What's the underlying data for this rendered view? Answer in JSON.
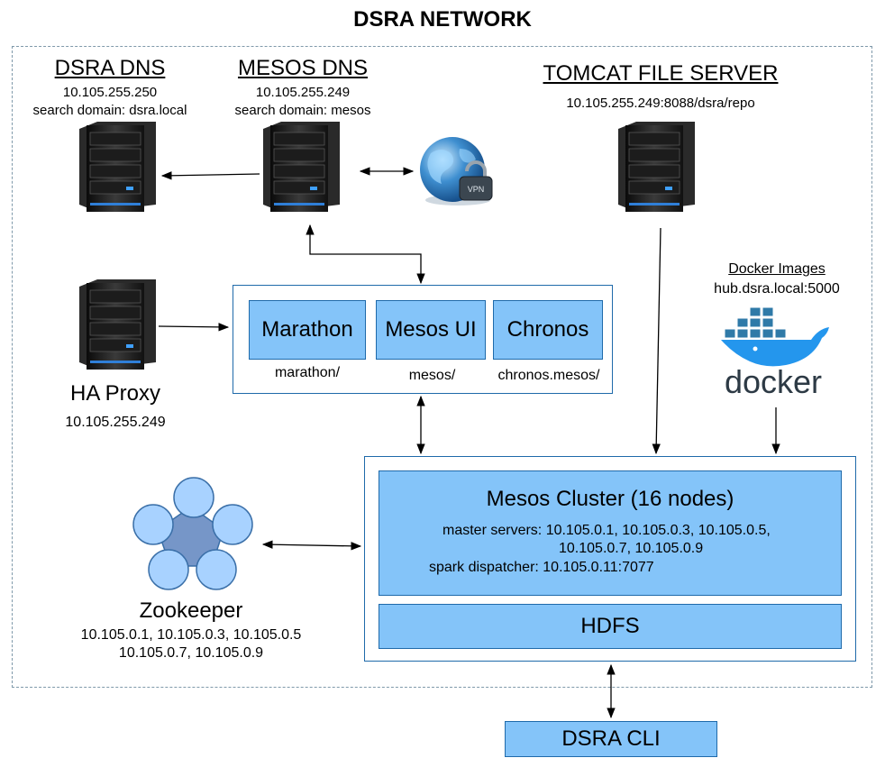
{
  "title": "DSRA NETWORK",
  "dsra_dns": {
    "name": "DSRA DNS",
    "ip": "10.105.255.250",
    "search": "search domain: dsra.local",
    "icon": "server-icon"
  },
  "mesos_dns": {
    "name": "MESOS DNS",
    "ip": "10.105.255.249",
    "search": "search domain: mesos",
    "icon": "server-icon"
  },
  "vpn": {
    "label": "VPN",
    "icon": "vpn-globe-icon"
  },
  "tomcat": {
    "name": "TOMCAT FILE SERVER",
    "url": "10.105.255.249:8088/dsra/repo",
    "icon": "server-icon"
  },
  "docker": {
    "title": "Docker Images",
    "host": "hub.dsra.local:5000",
    "logo_text": "docker",
    "icon": "docker-whale-icon"
  },
  "ha_proxy": {
    "name": "HA Proxy",
    "ip": "10.105.255.249",
    "icon": "server-icon"
  },
  "services": [
    {
      "name": "Marathon",
      "path": "marathon/"
    },
    {
      "name": "Mesos UI",
      "path": "mesos/"
    },
    {
      "name": "Chronos",
      "path": "chronos.mesos/"
    }
  ],
  "cluster": {
    "title": "Mesos Cluster (16 nodes)",
    "master_line1": "master servers: 10.105.0.1, 10.105.0.3, 10.105.0.5,",
    "master_line2": "10.105.0.7, 10.105.0.9",
    "spark": "spark dispatcher: 10.105.0.11:7077"
  },
  "hdfs": "HDFS",
  "zookeeper": {
    "name": "Zookeeper",
    "ips_line1": "10.105.0.1, 10.105.0.3, 10.105.0.5",
    "ips_line2": "10.105.0.7, 10.105.0.9",
    "icon": "zookeeper-cluster-icon"
  },
  "cli": "DSRA CLI",
  "colors": {
    "box_fill": "#84c4f9",
    "box_border": "#1f6aaa",
    "docker_blue": "#2496ed",
    "network_border": "#7f99aa"
  }
}
